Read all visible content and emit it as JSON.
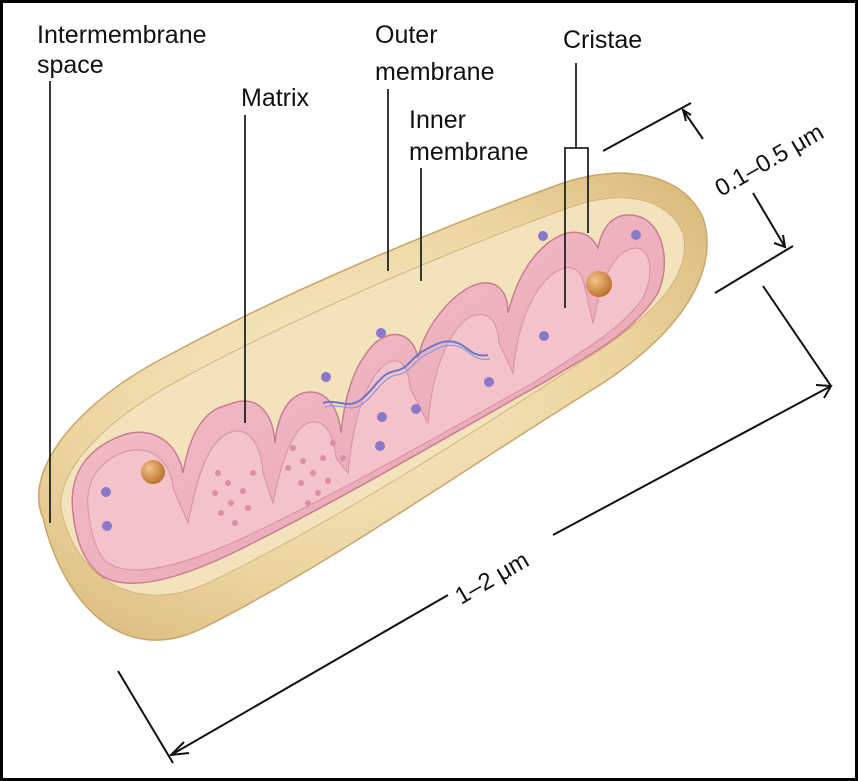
{
  "labels": {
    "intermembrane_line1": "Intermembrane",
    "intermembrane_line2": "space",
    "matrix": "Matrix",
    "outer_line1": "Outer",
    "outer_line2": "membrane",
    "inner_line1": "Inner",
    "inner_line2": "membrane",
    "cristae": "Cristae"
  },
  "dimensions": {
    "width": "0.1–0.5 μm",
    "length": "1–2 μm"
  },
  "colors": {
    "outer_membrane": "#efd9a8",
    "inner_membrane": "#f0b7c1",
    "matrix": "#f3c2cb",
    "granule": "#8a78c8",
    "ribosome": "#d98fa6",
    "dna": "#6a78c8",
    "lipid_droplet": "#d8903a"
  }
}
